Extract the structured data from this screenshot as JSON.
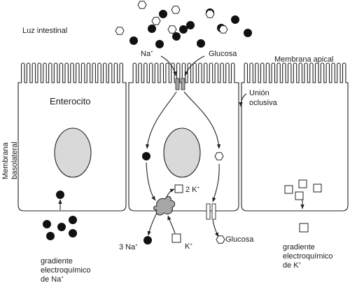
{
  "labels": {
    "lumen": "Luz intestinal",
    "na_top": "Na",
    "na_top_sup": "+",
    "glucose_top": "Glucosa",
    "apical": "Membrana apical",
    "tight_junction_1": "Unión",
    "tight_junction_2": "oclusiva",
    "enterocyte": "Enterocito",
    "basolateral_1": "Membrana",
    "basolateral_2": "basolateral",
    "k2": "2 K",
    "k2_sup": "+",
    "na3": "3 Na",
    "na3_sup": "+",
    "k_in": "K",
    "k_in_sup": "+",
    "glucose_bottom": "Glucosa",
    "grad_na_1": "gradiente",
    "grad_na_2": "electroquímico",
    "grad_na_3": "de Na",
    "grad_na_sup": "+",
    "grad_k_1": "gradiente",
    "grad_k_2": "electroquímico",
    "grad_k_3": "de K",
    "grad_k_sup": "+"
  },
  "legend_symbols": {
    "sodium": "filled-circle",
    "glucose": "hexagon",
    "potassium": "square"
  },
  "colors": {
    "nucleus": "#d9d9d9",
    "pump": "#a6a6a6",
    "ion": "#111111",
    "outline": "#222222"
  }
}
